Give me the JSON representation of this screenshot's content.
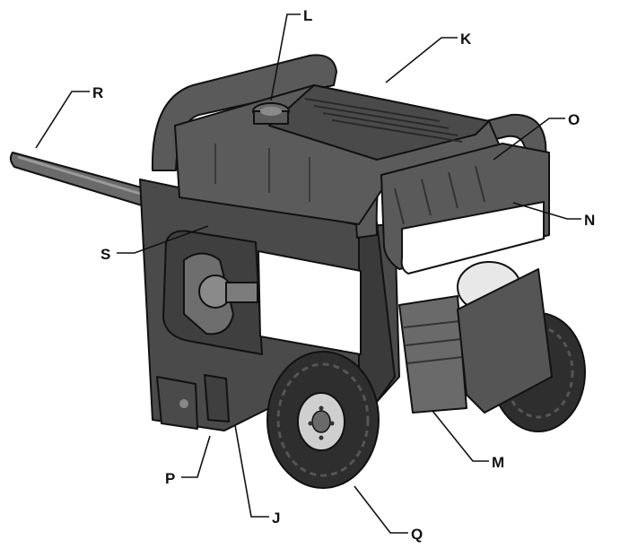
{
  "callouts": {
    "L": "L",
    "K": "K",
    "R": "R",
    "O": "O",
    "S": "S",
    "N": "N",
    "P": "P",
    "M": "M",
    "J": "J",
    "Q": "Q"
  },
  "colors": {
    "body": "#5b5b5b",
    "body_dark": "#3f3f3f",
    "body_light": "#7c7c7c",
    "frame": "#4a4a4a",
    "tire": "#2e2e2e",
    "hub": "#cfcfcf",
    "panel": "#ffffff",
    "outline": "#111111"
  }
}
